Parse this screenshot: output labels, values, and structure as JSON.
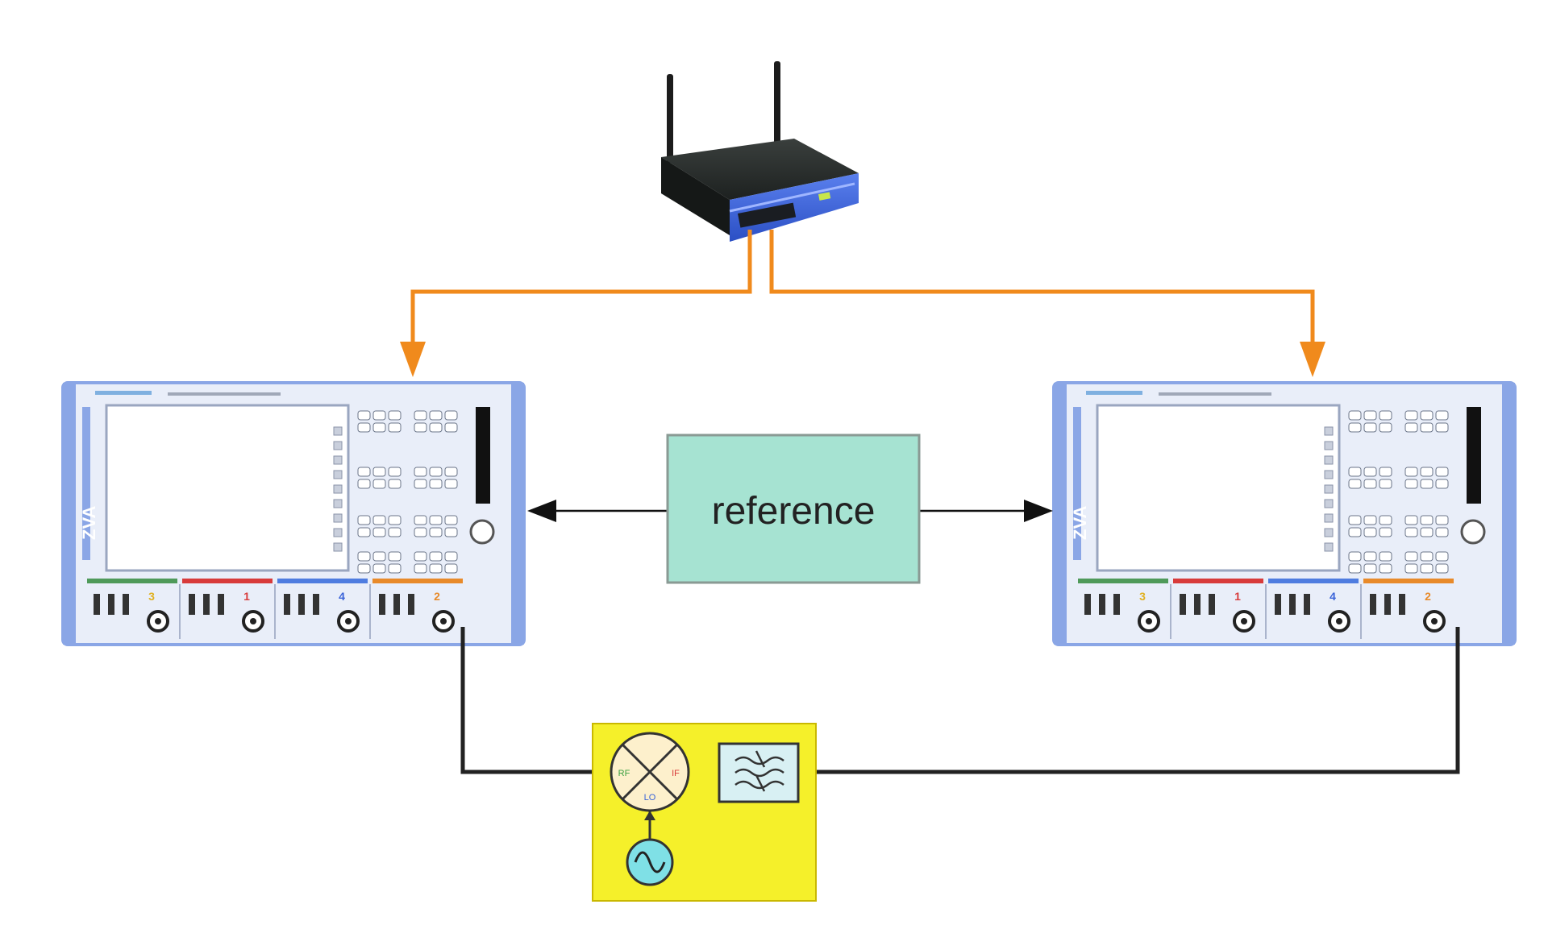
{
  "reference_box": {
    "label": "reference",
    "fill": "#a6e3d2",
    "stroke": "#8a9a94"
  },
  "analyzers": [
    {
      "name": "network-analyzer-left",
      "model_label": "ZVA",
      "port_labels": [
        "3",
        "1",
        "4",
        "2"
      ]
    },
    {
      "name": "network-analyzer-right",
      "model_label": "ZVA",
      "port_labels": [
        "3",
        "1",
        "4",
        "2"
      ]
    }
  ],
  "router": {
    "icon": "wireless-router-icon",
    "body_color": "#3a63d8"
  },
  "lan_cables": {
    "color": "#f08a1c"
  },
  "dut": {
    "background": "#f5f02a",
    "mixer_port_labels": {
      "rf": "RF",
      "if": "IF",
      "lo": "LO"
    },
    "mixer_fill": "#fdf0cc",
    "filter_icon": "lowpass-filter-icon",
    "oscillator_icon": "sine-oscillator-icon",
    "oscillator_fill": "#7fe0e6"
  },
  "rf_cable": {
    "color": "#222222"
  },
  "instrument_colors": {
    "frame": "#8aa6e6",
    "body": "#e9eef9",
    "port_bar_colors": [
      "#4f9a5a",
      "#d83b3b",
      "#4f7de0",
      "#e88a2a"
    ],
    "port_text_colors": [
      "#e0b020",
      "#d83b3b",
      "#3a63d8",
      "#e88a2a"
    ]
  }
}
